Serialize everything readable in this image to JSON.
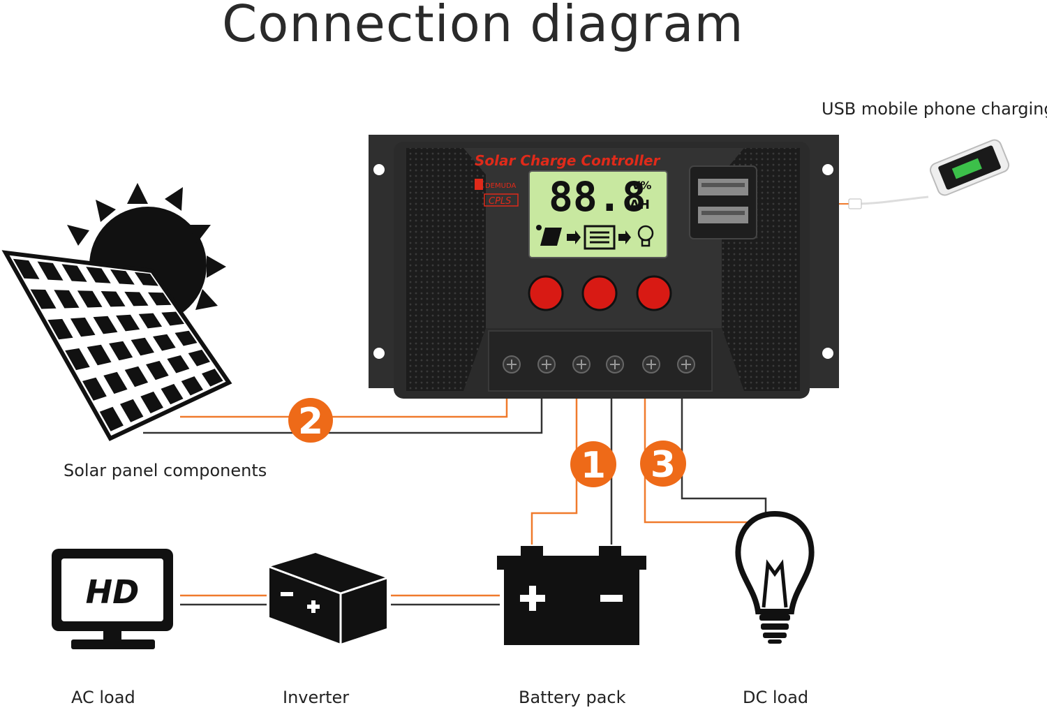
{
  "title": "Connection diagram",
  "labels": {
    "usb": "USB mobile phone charging",
    "solar": "Solar panel components",
    "ac_load": "AC load",
    "inverter": "Inverter",
    "battery": "Battery pack",
    "dc_load": "DC load"
  },
  "controller": {
    "title": "Solar Charge Controller",
    "brand": "DEMUDA",
    "model": "CPLS",
    "lcd_digits": "88.8",
    "lcd_unit_top": "V%",
    "lcd_unit_bottom": "AH"
  },
  "monitor": {
    "text": "HD"
  },
  "markers": {
    "m1": "1",
    "m2": "2",
    "m3": "3"
  },
  "colors": {
    "wire_orange": "#f07a2c",
    "wire_black": "#333333",
    "marker": "#ee6a18",
    "controller_body": "#2b2b2b",
    "lcd": "#c8e8a0",
    "button_red": "#d81a14",
    "title_red": "#e02a1a"
  }
}
